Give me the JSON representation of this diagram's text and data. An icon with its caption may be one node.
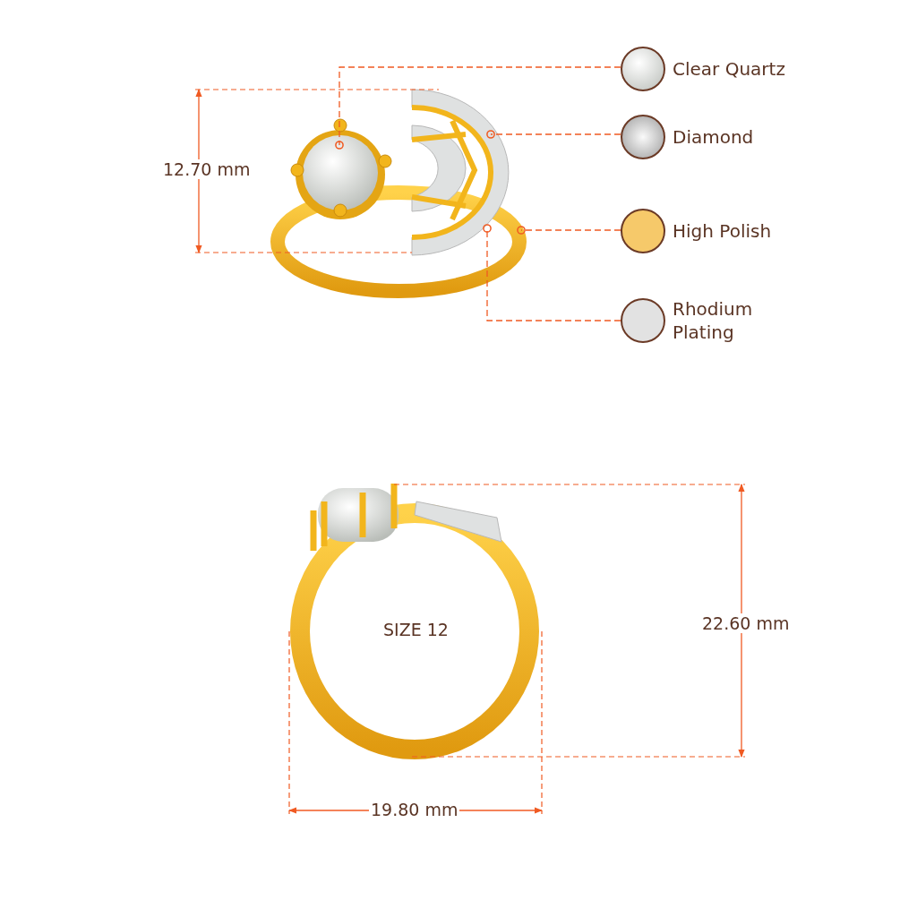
{
  "diagram": {
    "nodes": [
      {
        "text": [
          "Clear Quartz"
        ]
      },
      {
        "text": [
          "Diamond"
        ]
      },
      {
        "text": [
          "High Polish"
        ]
      },
      {
        "text": [
          "Rhodium Plating"
        ]
      }
    ],
    "edges": [
      {
        "from": 0,
        "to": null,
        "arrow": "other",
        "style": "dashed"
      },
      {
        "from": 1,
        "to": null,
        "arrow": "other",
        "style": "dashed"
      },
      {
        "from": 2,
        "to": null,
        "arrow": "other",
        "style": "dashed"
      },
      {
        "from": 3,
        "to": null,
        "arrow": "other",
        "style": "dashed"
      }
    ],
    "labels": [
      "12.70 mm",
      "SIZE 12",
      "22.60 mm",
      "19.80 mm"
    ]
  }
}
